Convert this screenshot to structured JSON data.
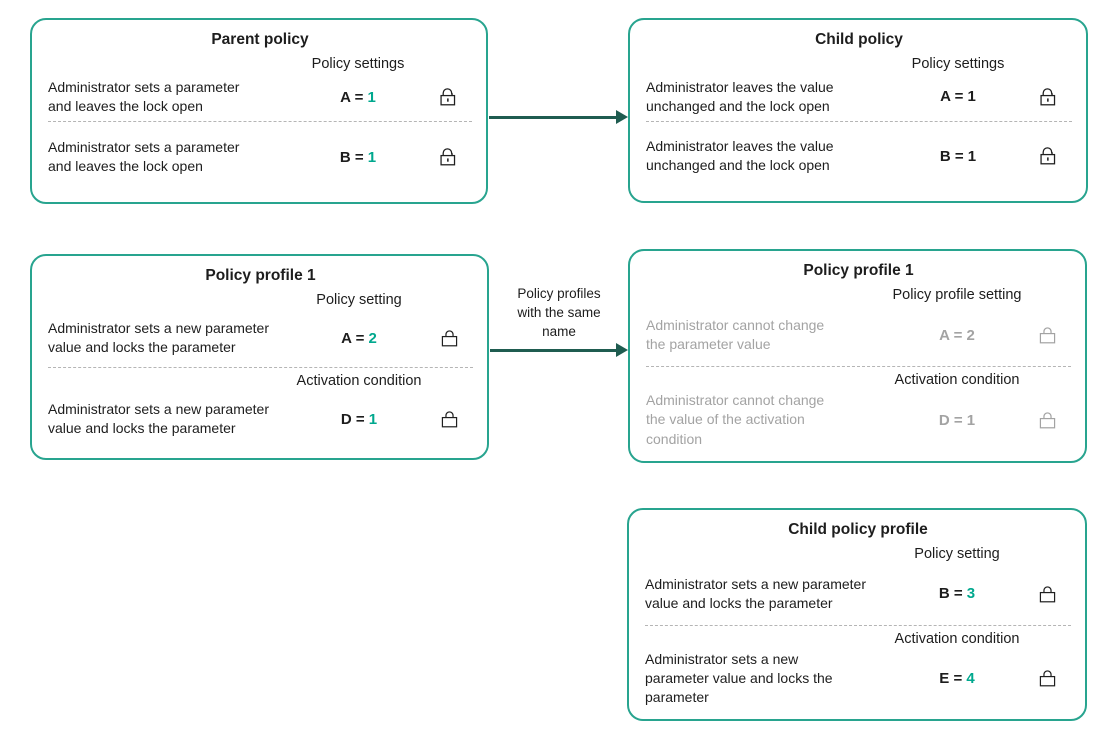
{
  "diagram": {
    "colors": {
      "box_border": "#28a48f",
      "arrow": "#1f5c50",
      "value_accent": "#00a88e",
      "muted_gray": "#a3a3a3",
      "text": "#1d1d1d"
    },
    "boxes": [
      {
        "title": "Parent policy",
        "segments": [
          {
            "header": "Policy settings",
            "desc": "Administrator sets a parameter\nand leaves the lock open",
            "param": "A =",
            "num": "1",
            "num_color": "teal",
            "lock": "lock-open-icon",
            "muted": false
          },
          {
            "header": "",
            "desc": "Administrator sets a parameter\nand leaves the lock open",
            "param": "B =",
            "num": "1",
            "num_color": "teal",
            "lock": "lock-open-icon",
            "muted": false
          }
        ]
      },
      {
        "title": "Child policy",
        "segments": [
          {
            "header": "Policy settings",
            "desc": "Administrator leaves the value\nunchanged and the lock open",
            "param": "A =",
            "num": "1",
            "num_color": "black",
            "lock": "lock-open-icon",
            "muted": false
          },
          {
            "header": "",
            "desc": "Administrator leaves the value\nunchanged and the lock open",
            "param": "B =",
            "num": "1",
            "num_color": "black",
            "lock": "lock-open-icon",
            "muted": false
          }
        ]
      },
      {
        "title": "Policy profile 1",
        "segments": [
          {
            "header": "Policy setting",
            "desc": "Administrator sets a new parameter\nvalue and locks the parameter",
            "param": "A =",
            "num": "2",
            "num_color": "teal",
            "lock": "lock-closed-icon",
            "muted": false
          },
          {
            "header": "Activation condition",
            "desc": "Administrator sets a new parameter\nvalue and locks the parameter",
            "param": "D =",
            "num": "1",
            "num_color": "teal",
            "lock": "lock-closed-icon",
            "muted": false
          }
        ]
      },
      {
        "title": "Policy profile 1",
        "segments": [
          {
            "header": "Policy profile setting",
            "desc": "Administrator cannot change\nthe parameter value",
            "param": "A =",
            "num": "2",
            "num_color": "gray",
            "lock": "lock-closed-icon",
            "muted": true
          },
          {
            "header": "Activation condition",
            "desc": "Administrator cannot change\nthe value of the activation\ncondition",
            "param": "D =",
            "num": "1",
            "num_color": "gray",
            "lock": "lock-closed-icon",
            "muted": true
          }
        ]
      },
      {
        "title": "Child policy profile",
        "segments": [
          {
            "header": "Policy setting",
            "desc": "Administrator sets a new parameter\nvalue and locks the parameter",
            "param": "B =",
            "num": "3",
            "num_color": "teal",
            "lock": "lock-closed-icon",
            "muted": false
          },
          {
            "header": "Activation condition",
            "desc": "Administrator sets a new\nparameter value and locks the\nparameter",
            "param": "E =",
            "num": "4",
            "num_color": "teal",
            "lock": "lock-closed-icon",
            "muted": false
          }
        ]
      }
    ],
    "arrows": [
      {
        "label": ""
      },
      {
        "label": "Policy profiles\nwith the same\nname"
      }
    ]
  }
}
